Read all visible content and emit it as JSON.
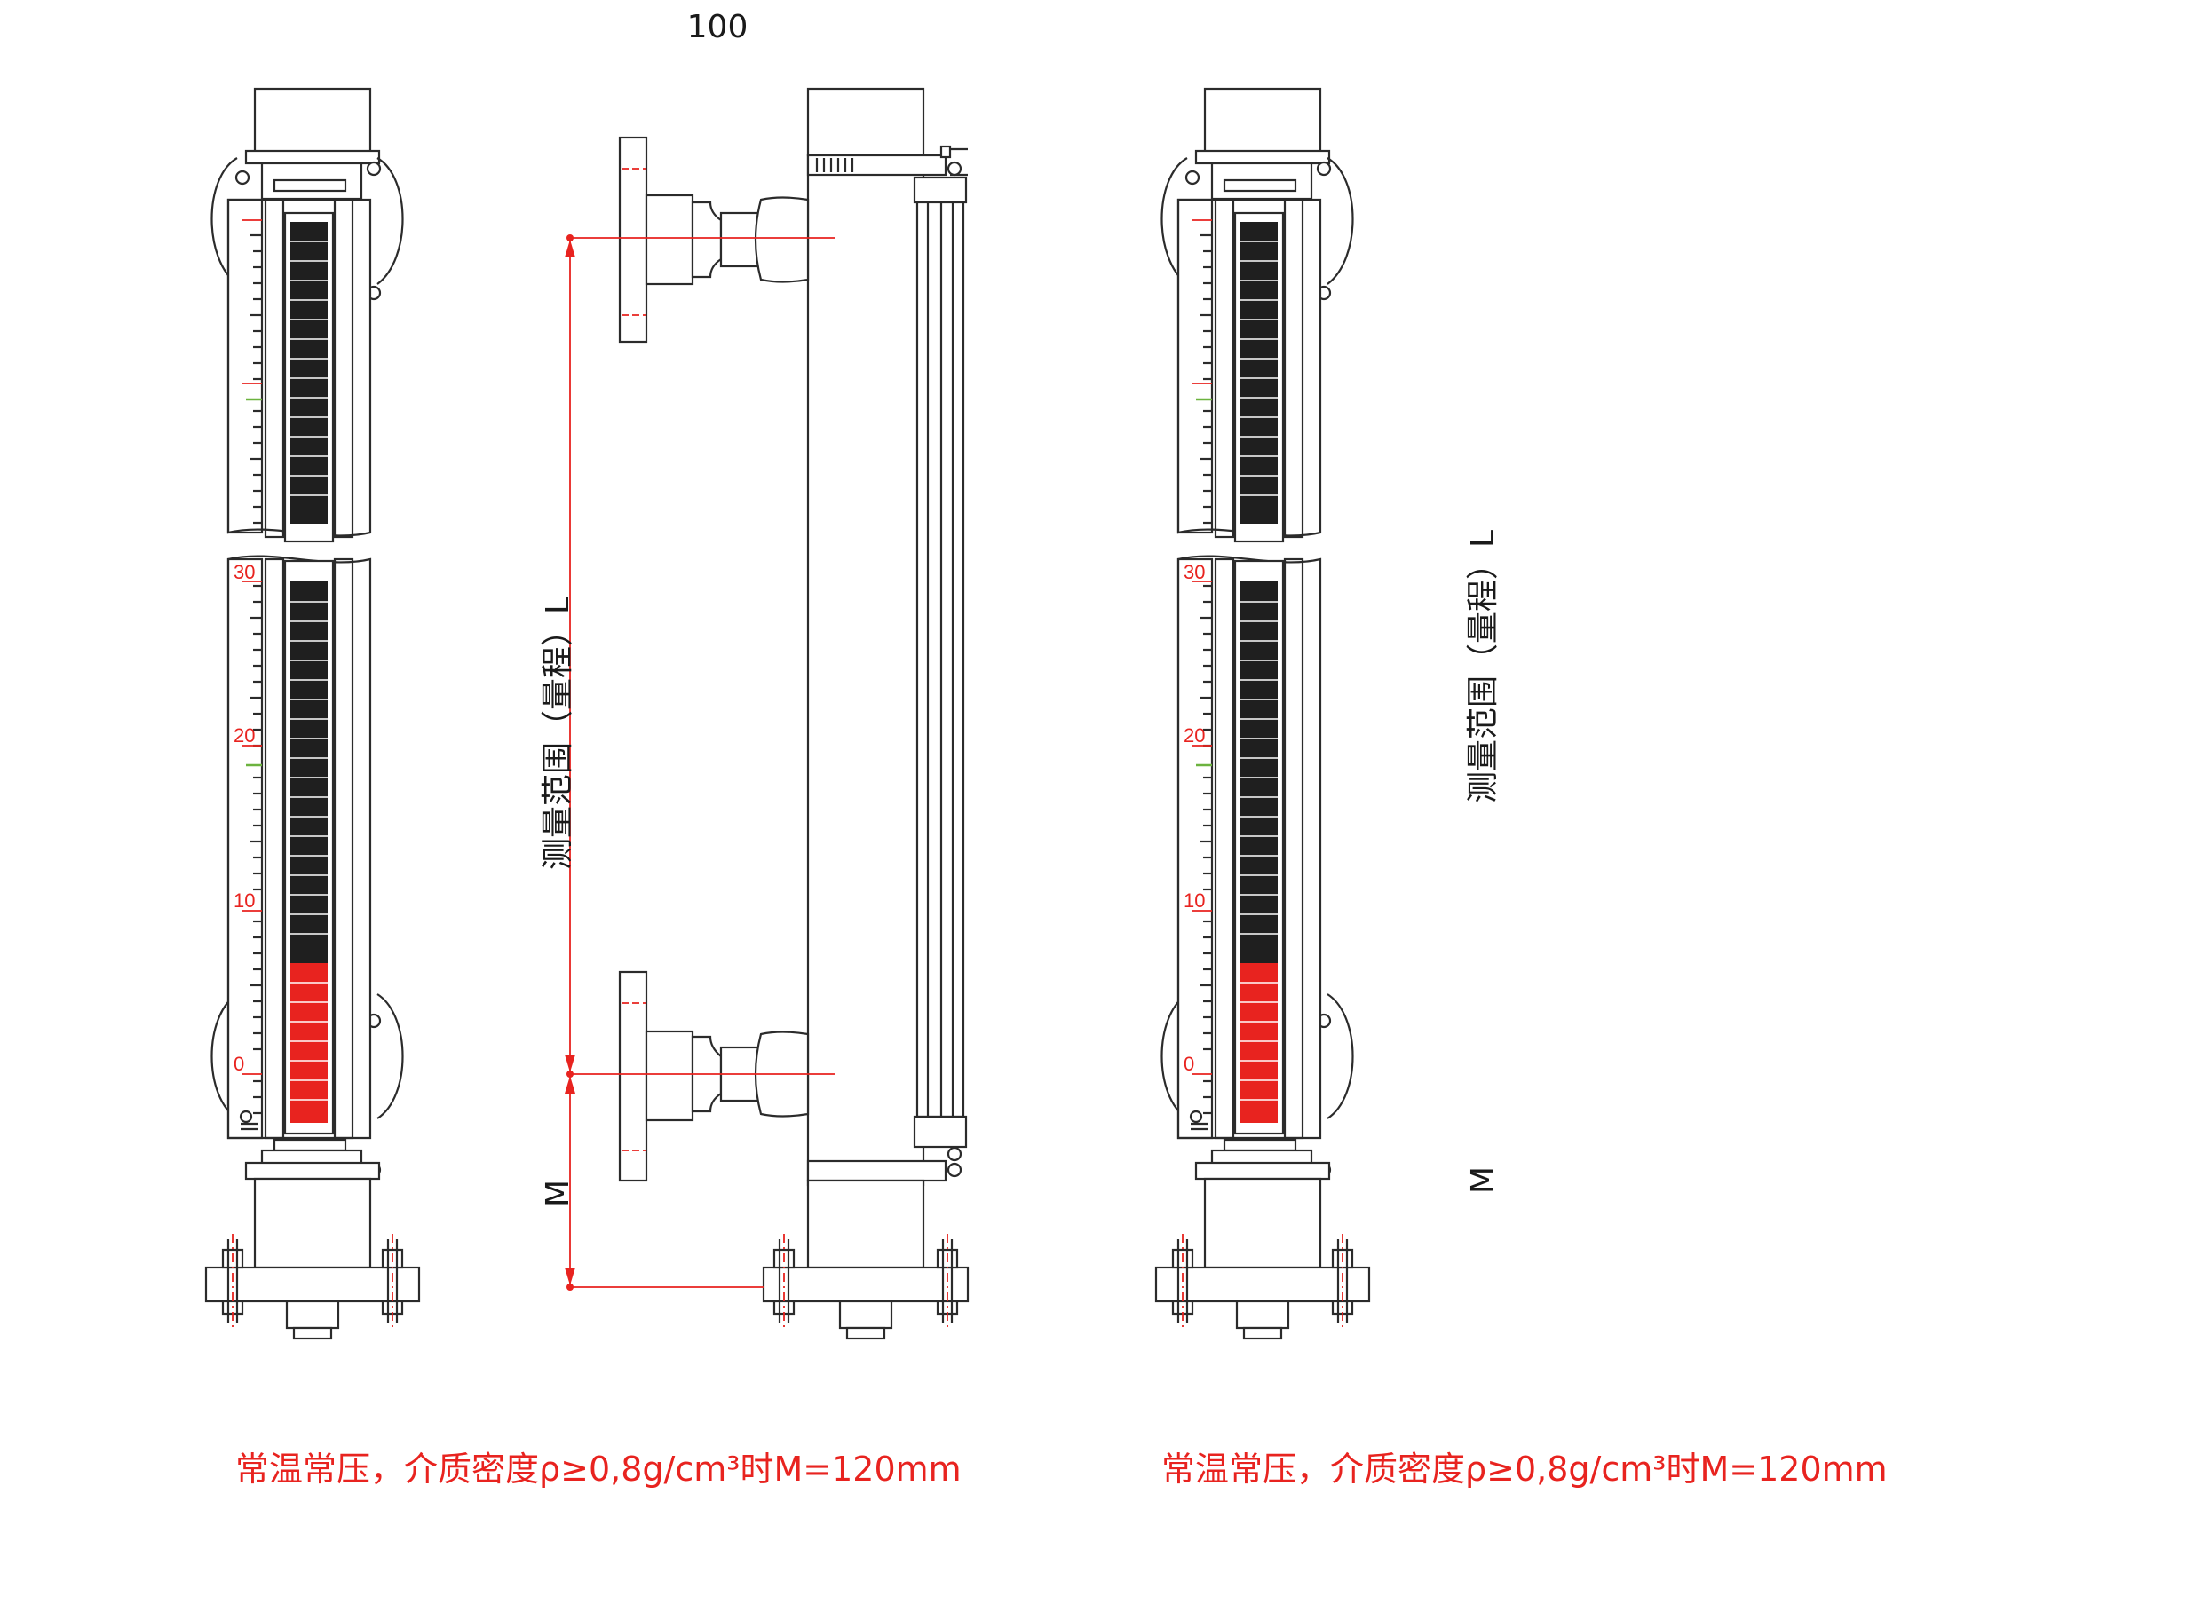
{
  "dimension_top": "100",
  "measuring_range_label": "测量范围（量程）L",
  "m_label": "M",
  "scale_labels": [
    "30",
    "20",
    "10",
    "0"
  ],
  "note_left": "常温常压，介质密度ρ≥0,8g/cm³时M=120mm",
  "note_right": "常温常压，介质密度ρ≥0,8g/cm³时M=120mm",
  "colors": {
    "line": "#2b2b2b",
    "red": "#e8231f",
    "green": "#6cb33f",
    "flap": "#1f1f1f"
  }
}
